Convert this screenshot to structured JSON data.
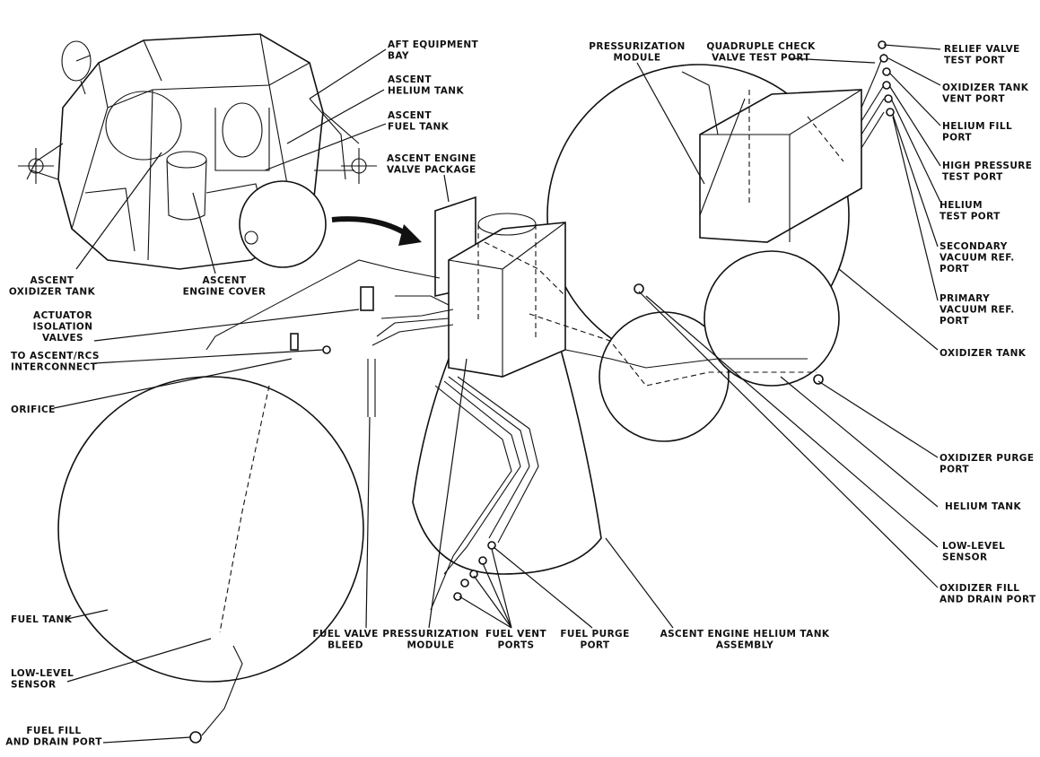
{
  "diagram": {
    "labels": {
      "aft_equipment_bay": [
        "AFT EQUIPMENT",
        "BAY"
      ],
      "ascent_helium_tank": [
        "ASCENT",
        "HELIUM TANK"
      ],
      "ascent_fuel_tank": [
        "ASCENT",
        "FUEL TANK"
      ],
      "ascent_engine_valve_package": [
        "ASCENT ENGINE",
        "VALVE PACKAGE"
      ],
      "ascent_oxidizer_tank": [
        "ASCENT",
        "OXIDIZER TANK"
      ],
      "ascent_engine_cover": [
        "ASCENT",
        "ENGINE COVER"
      ],
      "pressurization_module_top": [
        "PRESSURIZATION",
        "MODULE"
      ],
      "quadruple_check_valve": [
        "QUADRUPLE CHECK",
        "VALVE TEST PORT"
      ],
      "relief_valve_test_port": [
        "RELIEF VALVE",
        "TEST PORT"
      ],
      "oxidizer_tank_vent_port": [
        "OXIDIZER TANK",
        "VENT PORT"
      ],
      "helium_fill_port": [
        "HELIUM FILL",
        "PORT"
      ],
      "high_pressure_test_port": [
        "HIGH PRESSURE",
        "TEST PORT"
      ],
      "helium_test_port": [
        "HELIUM",
        "TEST PORT"
      ],
      "secondary_vacuum_ref_port": [
        "SECONDARY",
        "VACUUM REF.",
        "PORT"
      ],
      "primary_vacuum_ref_port": [
        "PRIMARY",
        "VACUUM REF.",
        "PORT"
      ],
      "oxidizer_tank": [
        "OXIDIZER TANK"
      ],
      "actuator_isolation_valves": [
        "ACTUATOR",
        "ISOLATION",
        "VALVES"
      ],
      "to_ascent_rcs": [
        "TO ASCENT/RCS",
        "INTERCONNECT"
      ],
      "orifice": [
        "ORIFICE"
      ],
      "oxidizer_purge_port": [
        "OXIDIZER PURGE",
        "PORT"
      ],
      "helium_tank": [
        "HELIUM TANK"
      ],
      "low_level_sensor_right": [
        "LOW-LEVEL",
        "SENSOR"
      ],
      "oxidizer_fill_drain": [
        "OXIDIZER FILL",
        "AND DRAIN PORT"
      ],
      "fuel_tank": [
        "FUEL TANK"
      ],
      "low_level_sensor_left": [
        "LOW-LEVEL",
        "SENSOR"
      ],
      "fuel_fill_drain": [
        "FUEL FILL",
        "AND DRAIN PORT"
      ],
      "fuel_valve_bleed": [
        "FUEL VALVE",
        "BLEED"
      ],
      "pressurization_module_bottom": [
        "PRESSURIZATION",
        "MODULE"
      ],
      "fuel_vent_ports": [
        "FUEL VENT",
        "PORTS"
      ],
      "fuel_purge_port": [
        "FUEL PURGE",
        "PORT"
      ],
      "ascent_engine_helium_tank_assembly": [
        "ASCENT ENGINE HELIUM TANK",
        "ASSEMBLY"
      ]
    }
  }
}
